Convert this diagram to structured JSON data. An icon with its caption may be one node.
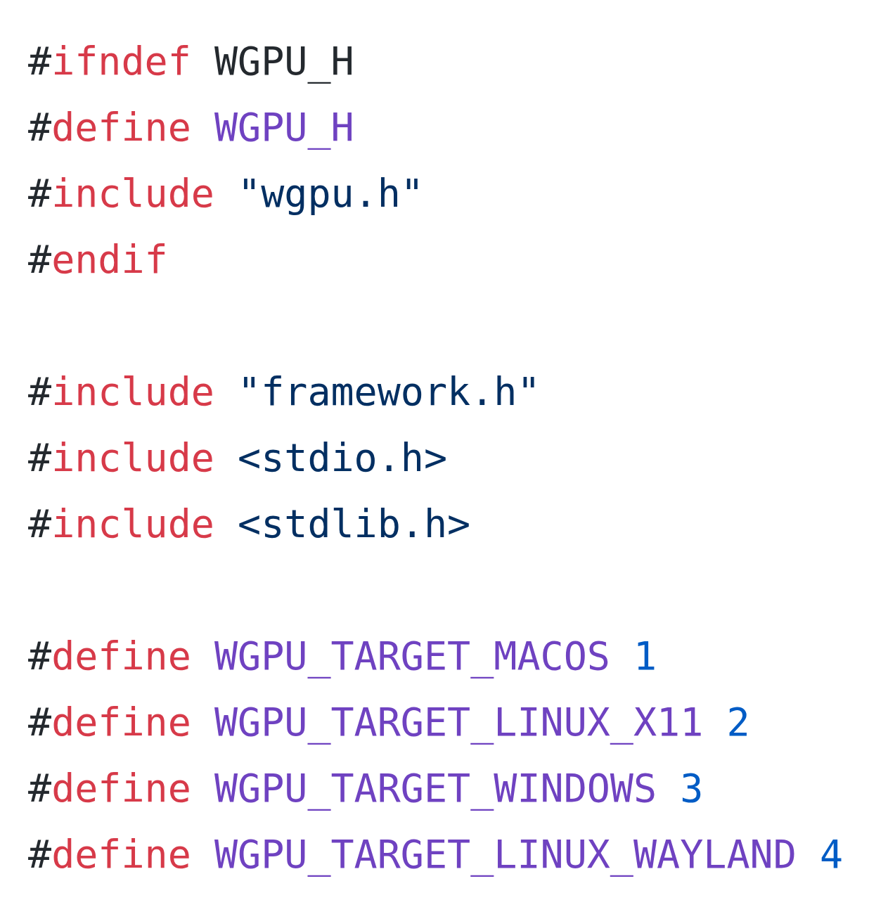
{
  "diagram": {
    "labels": [
      "#ifndef WGPU_H",
      "#define WGPU_H",
      "#include \"wgpu.h\"",
      "#endif",
      "#include \"framework.h\"",
      "#include <stdio.h>",
      "#include <stdlib.h>",
      "#define WGPU_TARGET_MACOS 1",
      "#define WGPU_TARGET_LINUX_X11 2",
      "#define WGPU_TARGET_WINDOWS 3",
      "#define WGPU_TARGET_LINUX_WAYLAND 4"
    ]
  }
}
